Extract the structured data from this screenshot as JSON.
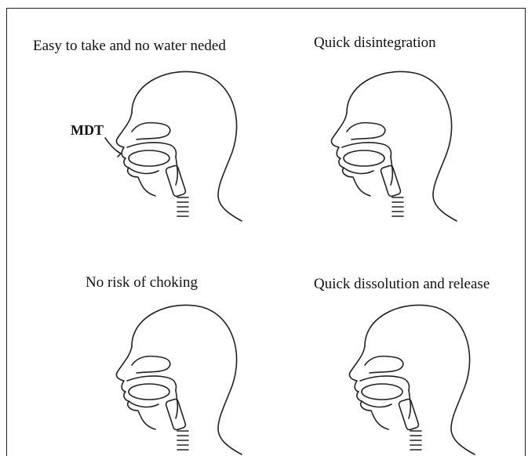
{
  "panels": [
    {
      "title": "Easy to take and no water neded"
    },
    {
      "title": "Quick disintegration"
    },
    {
      "title": "No risk of choking"
    },
    {
      "title": "Quick dissolution and release"
    }
  ],
  "annotation": {
    "label": "MDT"
  }
}
